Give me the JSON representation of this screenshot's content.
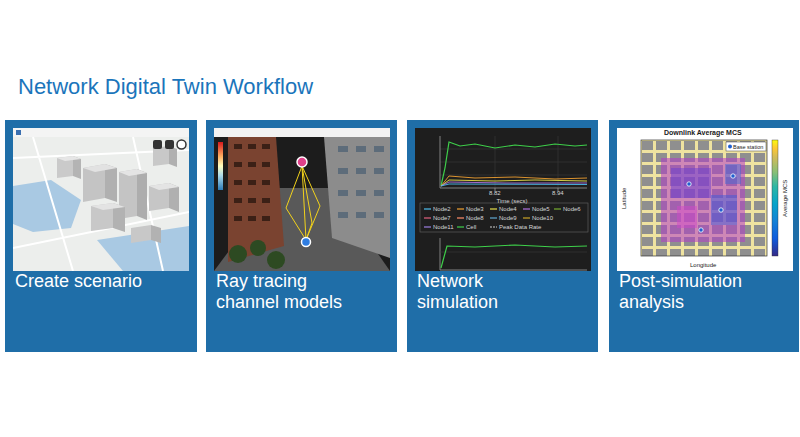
{
  "diagram": {
    "title": "Network Digital Twin Workflow",
    "nodes": [
      {
        "text": [
          "Create scenario"
        ]
      },
      {
        "text": [
          "Ray tracing channel models"
        ]
      },
      {
        "text": [
          "Network simulation"
        ]
      },
      {
        "text": [
          "Post-simulation analysis"
        ]
      }
    ],
    "labels": [
      "8.82",
      "8.94",
      "Time (secs)",
      "Node2",
      "Node3",
      "Node4",
      "Node5",
      "Node6",
      "Node7",
      "Node8",
      "Node9",
      "Node10",
      "Node11",
      "Cell",
      "Peak Data Rate",
      "Downlink Average MCS",
      "Latitude",
      "Longitude",
      "Base station",
      "Average MCS"
    ]
  }
}
